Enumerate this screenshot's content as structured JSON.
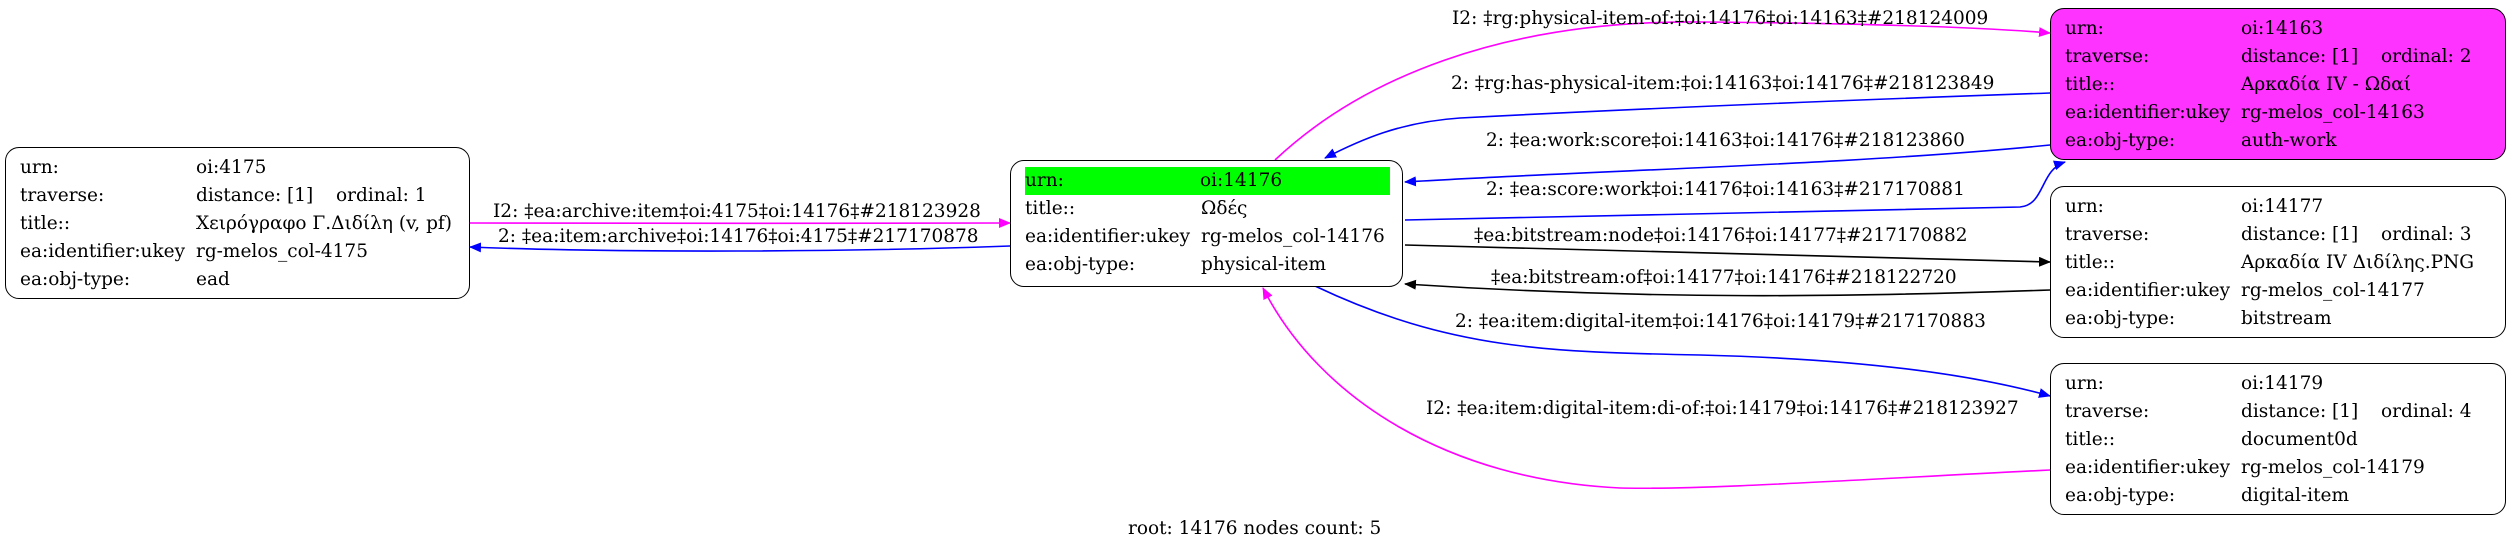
{
  "nodes": {
    "n4175": {
      "urn_key": "urn:",
      "urn": "oi:4175",
      "traverse_key": "traverse:",
      "traverse": "distance: [1]",
      "ordinal": "ordinal: 1",
      "title_key": "title::",
      "title": "Χειρόγραφο Γ.Διδίλη (v, pf)",
      "ukey_key": "ea:identifier:ukey",
      "ukey": "rg-melos_col-4175",
      "type_key": "ea:obj-type:",
      "type": "ead"
    },
    "n14176": {
      "urn_key": "urn:",
      "urn": "oi:14176",
      "title_key": "title::",
      "title": "Ωδές",
      "ukey_key": "ea:identifier:ukey",
      "ukey": "rg-melos_col-14176",
      "type_key": "ea:obj-type:",
      "type": "physical-item"
    },
    "n14163": {
      "urn_key": "urn:",
      "urn": "oi:14163",
      "traverse_key": "traverse:",
      "traverse": "distance: [1]",
      "ordinal": "ordinal: 2",
      "title_key": "title::",
      "title": "Αρκαδία IV - Ωδαί",
      "ukey_key": "ea:identifier:ukey",
      "ukey": "rg-melos_col-14163",
      "type_key": "ea:obj-type:",
      "type": "auth-work"
    },
    "n14177": {
      "urn_key": "urn:",
      "urn": "oi:14177",
      "traverse_key": "traverse:",
      "traverse": "distance: [1]",
      "ordinal": "ordinal: 3",
      "title_key": "title::",
      "title": "Αρκαδία IV Διδίλης.PNG",
      "ukey_key": "ea:identifier:ukey",
      "ukey": "rg-melos_col-14177",
      "type_key": "ea:obj-type:",
      "type": "bitstream"
    },
    "n14179": {
      "urn_key": "urn:",
      "urn": "oi:14179",
      "traverse_key": "traverse:",
      "traverse": "distance: [1]",
      "ordinal": "ordinal: 4",
      "title_key": "title::",
      "title": "document0d",
      "ukey_key": "ea:identifier:ukey",
      "ukey": "rg-melos_col-14179",
      "type_key": "ea:obj-type:",
      "type": "digital-item"
    }
  },
  "edges": {
    "e1": "I2: ‡rg:physical-item-of:‡oi:14176‡oi:14163‡#218124009",
    "e2": "2: ‡rg:has-physical-item:‡oi:14163‡oi:14176‡#218123849",
    "e3": "2: ‡ea:work:score‡oi:14163‡oi:14176‡#218123860",
    "e4": "2: ‡ea:score:work‡oi:14176‡oi:14163‡#217170881",
    "e5": "‡ea:bitstream:node‡oi:14176‡oi:14177‡#217170882",
    "e6": "‡ea:bitstream:of‡oi:14177‡oi:14176‡#218122720",
    "e7": "2: ‡ea:item:digital-item‡oi:14176‡oi:14179‡#217170883",
    "e8": "I2: ‡ea:item:digital-item:di-of:‡oi:14179‡oi:14176‡#218123927",
    "e9": "I2: ‡ea:archive:item‡oi:4175‡oi:14176‡#218123928",
    "e10": "2: ‡ea:item:archive‡oi:14176‡oi:4175‡#217170878"
  },
  "colors": {
    "magenta": "#ff00ff",
    "blue": "#0000ff",
    "black": "#000000",
    "highlight": "#ff33ff",
    "green": "#00ff00"
  },
  "caption": "root: 14176 nodes count: 5"
}
